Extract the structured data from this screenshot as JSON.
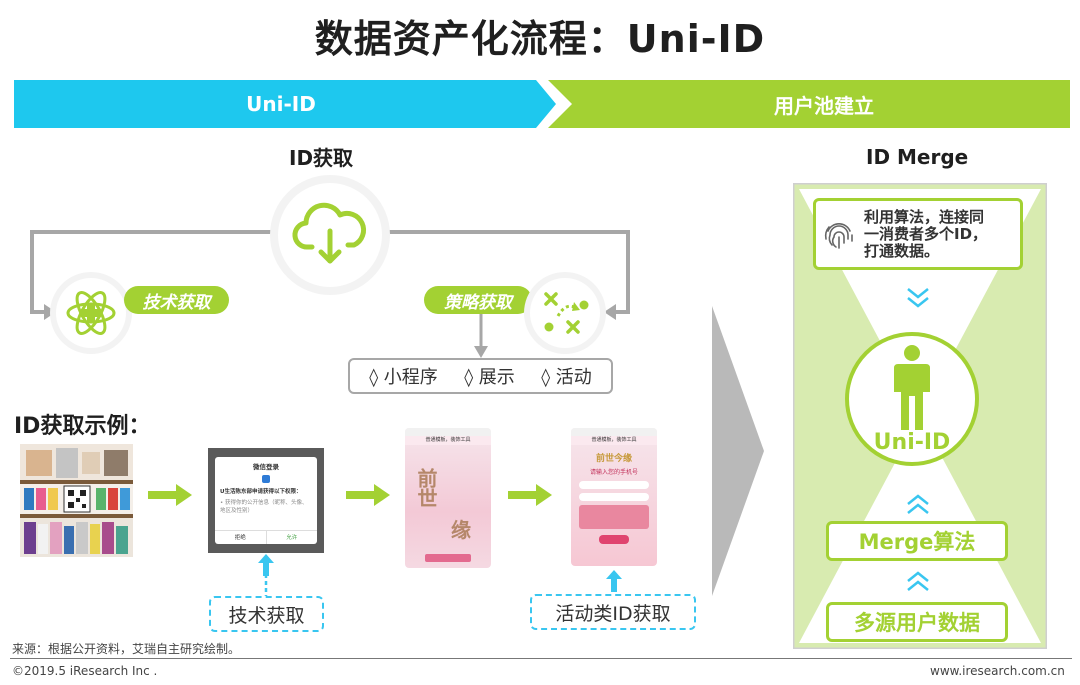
{
  "title": "数据资产化流程：Uni-ID",
  "banner": {
    "left_label": "Uni-ID",
    "right_label": "用户池建立"
  },
  "id_acquire": {
    "heading": "ID获取",
    "tech_label": "技术获取",
    "strategy_label": "策略获取",
    "channels": [
      "◊ 小程序",
      "◊ 展示",
      "◊ 活动"
    ]
  },
  "examples": {
    "heading": "ID获取示例：",
    "tech_tag": "技术获取",
    "activity_tag": "活动类ID获取",
    "login_card": {
      "title": "微信登录",
      "text": "U生活陈东部申请获得以下权限：",
      "bullet": "• 获得你的公开信息（昵称、头像、地区及性别）",
      "deny": "拒绝",
      "allow": "允许"
    },
    "phone_header": "普通模板，装饰工具",
    "phone1_art": [
      "前世",
      "缘"
    ],
    "phone2_title": "前世今缘",
    "phone2_subtitle": "请输入您的手机号"
  },
  "id_merge": {
    "heading": "ID Merge",
    "desc_lines": [
      "利用算法，连接同",
      "一消费者多个ID，",
      "打通数据。"
    ],
    "uni_id_label": "Uni-ID",
    "algorithm_label": "Merge算法",
    "source_label": "多源用户数据"
  },
  "footer": {
    "source": "来源：根据公开资料，艾瑞自主研究绘制。",
    "copyright": "©2019.5 iResearch Inc .",
    "website": "www.iresearch.com.cn"
  },
  "colors": {
    "blue": "#1ec8ee",
    "green": "#a3d133",
    "light_green": "#d8ebb0",
    "gray": "#a7a7a7",
    "dash_blue": "#39c6f0"
  },
  "icons": [
    "cloud-download-icon",
    "atom-plus-icon",
    "strategy-play-icon",
    "fingerprint-icon",
    "person-icon",
    "chevron-down-double-icon",
    "chevron-up-double-icon",
    "arrow-right-icon"
  ]
}
